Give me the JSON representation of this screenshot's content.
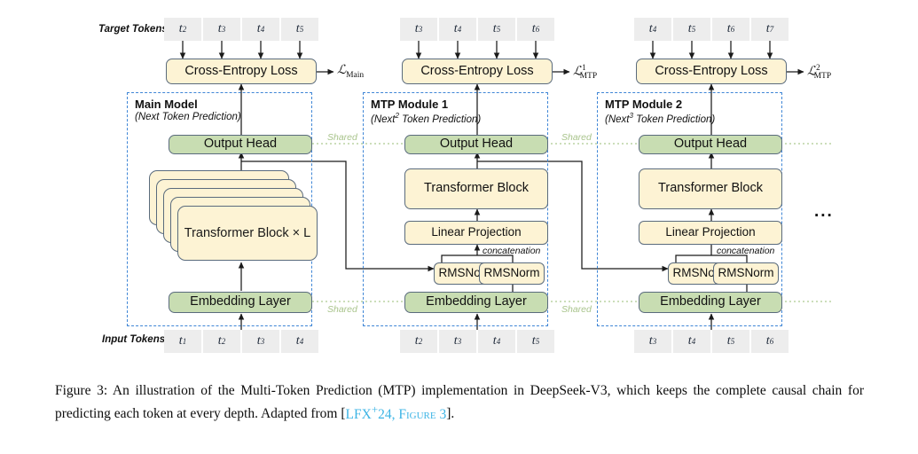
{
  "figure": {
    "row_labels": {
      "target": "Target Tokens",
      "input": "Input Tokens"
    },
    "ellipsis": "...",
    "shared_label": "Shared",
    "concatenation_label": "concatenation",
    "loss_box_label": "Cross-Entropy Loss",
    "columns": [
      {
        "id": "main",
        "title": "Main Model",
        "subtitle_prefix": "(Next",
        "subtitle_sup": "",
        "subtitle_suffix": " Token Prediction)",
        "loss_symbol": "L",
        "loss_sub": "Main",
        "loss_sup": "",
        "target_tokens": [
          {
            "base": "t",
            "idx": "2"
          },
          {
            "base": "t",
            "idx": "3"
          },
          {
            "base": "t",
            "idx": "4"
          },
          {
            "base": "t",
            "idx": "5"
          }
        ],
        "input_tokens": [
          {
            "base": "t",
            "idx": "1"
          },
          {
            "base": "t",
            "idx": "2"
          },
          {
            "base": "t",
            "idx": "3"
          },
          {
            "base": "t",
            "idx": "4"
          }
        ],
        "output_head": "Output Head",
        "transformer": "Transformer Block × L",
        "embedding": "Embedding Layer"
      },
      {
        "id": "mtp1",
        "title": "MTP Module 1",
        "subtitle_prefix": "(Next",
        "subtitle_sup": "2",
        "subtitle_suffix": " Token Prediction)",
        "loss_symbol": "L",
        "loss_sub": "MTP",
        "loss_sup": "1",
        "target_tokens": [
          {
            "base": "t",
            "idx": "3"
          },
          {
            "base": "t",
            "idx": "4"
          },
          {
            "base": "t",
            "idx": "5"
          },
          {
            "base": "t",
            "idx": "6"
          }
        ],
        "input_tokens": [
          {
            "base": "t",
            "idx": "2"
          },
          {
            "base": "t",
            "idx": "3"
          },
          {
            "base": "t",
            "idx": "4"
          },
          {
            "base": "t",
            "idx": "5"
          }
        ],
        "output_head": "Output Head",
        "transformer": "Transformer Block",
        "linear_projection": "Linear Projection",
        "rmsnorm_left": "RMSNorm",
        "rmsnorm_right": "RMSNorm",
        "embedding": "Embedding Layer"
      },
      {
        "id": "mtp2",
        "title": "MTP Module 2",
        "subtitle_prefix": "(Next",
        "subtitle_sup": "3",
        "subtitle_suffix": " Token Prediction)",
        "loss_symbol": "L",
        "loss_sub": "MTP",
        "loss_sup": "2",
        "target_tokens": [
          {
            "base": "t",
            "idx": "4"
          },
          {
            "base": "t",
            "idx": "5"
          },
          {
            "base": "t",
            "idx": "6"
          },
          {
            "base": "t",
            "idx": "7"
          }
        ],
        "input_tokens": [
          {
            "base": "t",
            "idx": "3"
          },
          {
            "base": "t",
            "idx": "4"
          },
          {
            "base": "t",
            "idx": "5"
          },
          {
            "base": "t",
            "idx": "6"
          }
        ],
        "output_head": "Output Head",
        "transformer": "Transformer Block",
        "linear_projection": "Linear Projection",
        "rmsnorm_left": "RMSNorm",
        "rmsnorm_right": "RMSNorm",
        "embedding": "Embedding Layer"
      }
    ],
    "colors": {
      "yellow_fill": "#fdf3d4",
      "green_fill": "#c8ddb2",
      "box_border": "#5a6b7d",
      "frame_dash": "#3f86d6",
      "token_fill": "#ededed",
      "shared_text": "#a9c48c",
      "citation_link": "#3cb4e5"
    }
  },
  "caption": {
    "label": "Figure 3:",
    "text_part1": " An illustration of the Multi-Token Prediction (MTP) implementation in DeepSeek-V3, which keeps the complete causal chain for predicting each token at every depth. Adapted from [",
    "citation_main": "LFX",
    "citation_sup": "+",
    "citation_year": "24",
    "citation_sep": ", ",
    "citation_figure": "Figure 3",
    "text_part2": "]."
  }
}
